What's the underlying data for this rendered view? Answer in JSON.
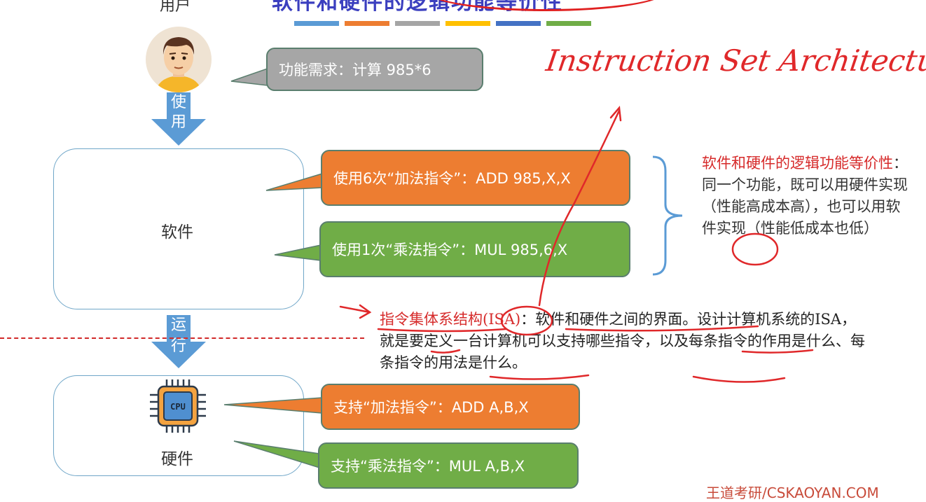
{
  "title": {
    "partial_text": "软件和硬件的逻辑功能等价性"
  },
  "color_bar": [
    "#5b9bd5",
    "#ed7d31",
    "#a5a5a5",
    "#ffc000",
    "#4472c4",
    "#70ad47"
  ],
  "user": {
    "label": "用户"
  },
  "arrows": {
    "use": [
      "使",
      "用"
    ],
    "run": [
      "运",
      "行"
    ]
  },
  "software_box": {
    "label": "软件"
  },
  "hardware_box": {
    "label": "硬件",
    "chip_text": "CPU"
  },
  "bubbles": {
    "requirement": "功能需求：计算 985*6",
    "sw_add": "使用6次“加法指令”：ADD 985,X,X",
    "sw_mul": "使用1次“乘法指令”：MUL 985,6,X",
    "hw_add": "支持“加法指令”：ADD A,B,X",
    "hw_mul": "支持“乘法指令”：MUL A,B,X"
  },
  "equivalence_note": {
    "heading": "软件和硬件的逻辑功能等价性",
    "body": "：同一个功能，既可以用硬件实现（性能高成本高），也可以用软件实现（性能低成本也低）"
  },
  "isa_note": {
    "term": "指令集体系结构(ISA)",
    "body": "：软件和硬件之间的界面。设计计算机系统的ISA，就是要定义一台计算机可以支持哪些指令，以及每条指令的作用是什么、每条指令的用法是什么。"
  },
  "handwritten_annotation": "Instruction Set Architecture",
  "watermark": "王道考研/CSKAOYAN.COM",
  "colors": {
    "orange": "#ed7d31",
    "green": "#70ad47",
    "gray": "#a6a6a6",
    "arrow_blue": "#5b9bd5",
    "red_ink": "#e0282a"
  }
}
